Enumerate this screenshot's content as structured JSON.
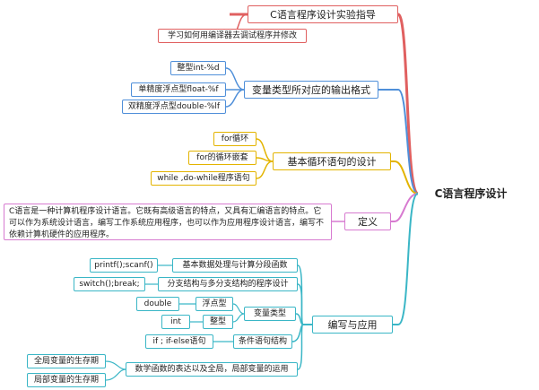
{
  "root": "C语言程序设计",
  "branches": {
    "lab": {
      "title": "C语言程序设计实验指导",
      "children": [
        "学习如何用编译器去调试程序并修改"
      ]
    },
    "format": {
      "title": "变量类型所对应的输出格式",
      "children": [
        "整型int-%d",
        "单精度浮点型float-%f",
        "双精度浮点型double-%lf"
      ]
    },
    "loop": {
      "title": "基本循环语句的设计",
      "children": [
        "for循环",
        "for的循环嵌套",
        "while ,do-while程序语句"
      ]
    },
    "definition": {
      "title": "定义",
      "text": "C语言是一种计算机程序设计语言。它既有高级语言的特点，又具有汇编语言的特点。它可以作为系统设计语言，编写工作系统应用程序，也可以作为应用程序设计语言，编写不依赖计算机硬件的应用程序。"
    },
    "usage": {
      "title": "编写与应用",
      "items": [
        {
          "label": "基本数据处理与计算分段函数",
          "child": "printf();scanf()"
        },
        {
          "label": "分支结构与多分支结构的程序设计",
          "child": "switch();break;"
        },
        {
          "label": "变量类型",
          "sub": [
            {
              "label": "浮点型",
              "child": "double"
            },
            {
              "label": "整型",
              "child": "int"
            }
          ]
        },
        {
          "label": "条件语句结构",
          "child": "if ; if-else语句"
        },
        {
          "label": "数学函数的表达以及全局，局部变量的运用",
          "children": [
            "全局变量的生存期",
            "局部变量的生存期"
          ]
        }
      ]
    }
  },
  "colors": {
    "red": "#e06060",
    "blue": "#4f8fd9",
    "yellow": "#e3b400",
    "pink": "#d77ad0",
    "teal": "#3ab6c6"
  }
}
